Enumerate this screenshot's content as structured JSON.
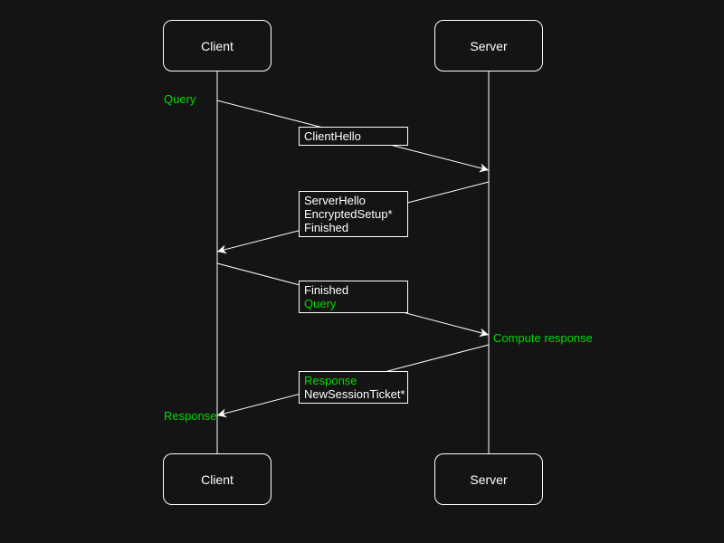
{
  "colors": {
    "background": "#141414",
    "foreground": "#ffffff",
    "accent_green": "#00dc00"
  },
  "actors": {
    "client": "Client",
    "server": "Server"
  },
  "messages": [
    {
      "name": "client-hello",
      "lines": [
        {
          "text": "ClientHello",
          "green": false
        }
      ]
    },
    {
      "name": "server-hello",
      "lines": [
        {
          "text": "ServerHello",
          "green": false
        },
        {
          "text": "EncryptedSetup*",
          "green": false
        },
        {
          "text": "Finished",
          "green": false
        }
      ]
    },
    {
      "name": "finished-query",
      "lines": [
        {
          "text": "Finished",
          "green": false
        },
        {
          "text": "Query",
          "green": true
        }
      ]
    },
    {
      "name": "response-ticket",
      "lines": [
        {
          "text": "Response",
          "green": true
        },
        {
          "text": "NewSessionTicket*",
          "green": false
        }
      ]
    }
  ],
  "annotations": {
    "query": "Query",
    "compute_response": "Compute response",
    "response": "Response"
  }
}
